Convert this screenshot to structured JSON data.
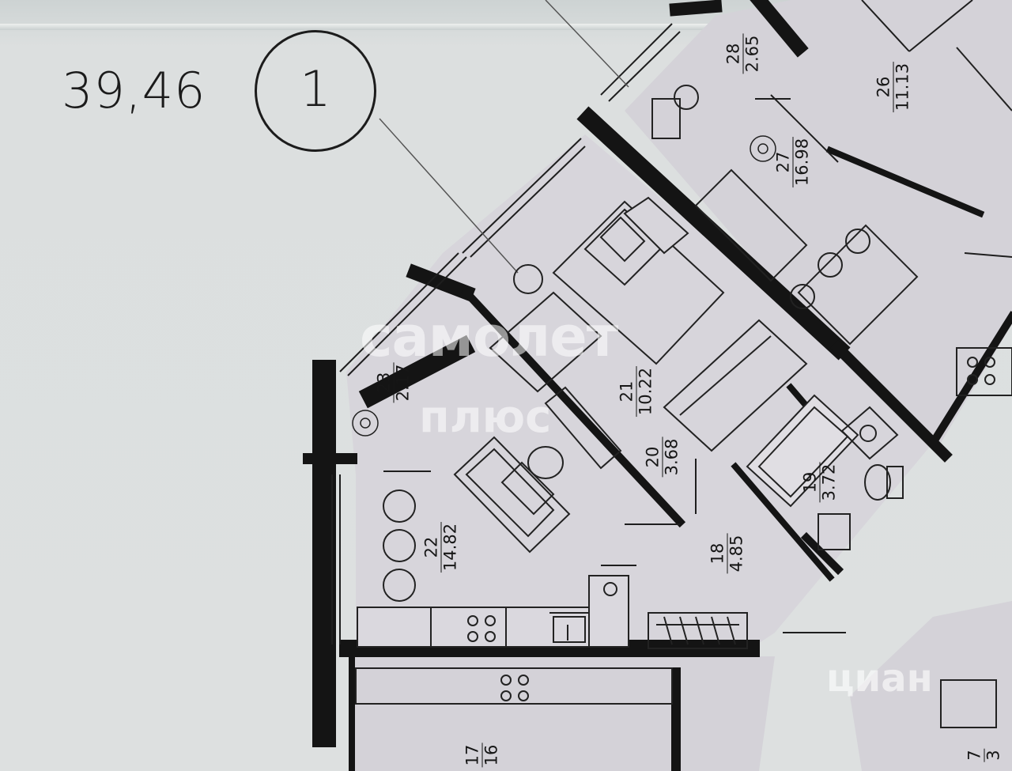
{
  "plan": {
    "total_area": "39,46",
    "unit_number": "1"
  },
  "rooms": [
    {
      "id": "room-28",
      "number": "28",
      "area": "2.65"
    },
    {
      "id": "room-26",
      "number": "26",
      "area": "11.13"
    },
    {
      "id": "room-27",
      "number": "27",
      "area": "16.98"
    },
    {
      "id": "room-23",
      "number": "23",
      "area": "2.17"
    },
    {
      "id": "room-21",
      "number": "21",
      "area": "10.22"
    },
    {
      "id": "room-20",
      "number": "20",
      "area": "3.68"
    },
    {
      "id": "room-19",
      "number": "19",
      "area": "3.72"
    },
    {
      "id": "room-22",
      "number": "22",
      "area": "14.82"
    },
    {
      "id": "room-18",
      "number": "18",
      "area": "4.85"
    },
    {
      "id": "room-17",
      "number": "17",
      "area": "16"
    },
    {
      "id": "room-7",
      "number": "7",
      "area": "3"
    }
  ],
  "watermarks": {
    "brand_line1": "самолет",
    "brand_line2": "плюс",
    "cian": "циан"
  },
  "colors": {
    "wall": "#141414",
    "apartment_fill": "#d7d5db",
    "paper": "#dde0e0",
    "furniture_stroke": "#2a2a2a"
  }
}
